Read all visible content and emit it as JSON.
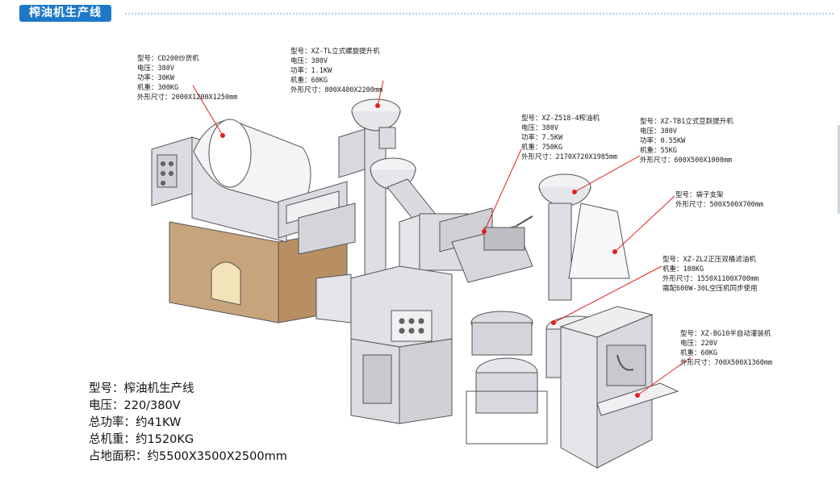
{
  "header": {
    "title": "榨油机生产线"
  },
  "specs": [
    {
      "id": "roaster",
      "lines": [
        "型号：CD200炒货机",
        "电压：380V",
        "功率：30KW",
        "机重：300KG",
        "外形尺寸：2000X1200X1250mm"
      ]
    },
    {
      "id": "spiral-elevator",
      "lines": [
        "型号：XZ-TL立式螺旋提升机",
        "电压：380V",
        "功率：1.1KW",
        "机重：60KG",
        "外形尺寸：800X400X2200mm"
      ]
    },
    {
      "id": "oil-press",
      "lines": [
        "型号：XZ-Z518-4榨油机",
        "电压：380V",
        "功率：7.5KW",
        "机重：750KG",
        "外形尺寸：2170X720X1985mm"
      ]
    },
    {
      "id": "bran-elevator",
      "lines": [
        "型号：XZ-TB1立式豆麸提升机",
        "电压：380V",
        "功率：0.55KW",
        "机重：55KG",
        "外形尺寸：600X500X1000mm"
      ]
    },
    {
      "id": "bag-stand",
      "lines": [
        "型号：袋子支架",
        "外形尺寸：500X500X700mm"
      ]
    },
    {
      "id": "filter",
      "lines": [
        "型号：XZ-ZL2正压双桶滤油机",
        "机重：180KG",
        "外形尺寸：1550X1100X700mm",
        "需配600W-30L空压机同步使用"
      ]
    },
    {
      "id": "filler",
      "lines": [
        "型号：XZ-BG10半自动灌装机",
        "电压：220V",
        "机重：60KG",
        "外形尺寸：700X500X1360mm"
      ]
    }
  ],
  "summary": [
    "型号：榨油机生产线",
    "电压：220/380V",
    "总功率：约41KW",
    "总机重：约1520KG",
    "占地面积：约5500X3500X2500mm"
  ],
  "colors": {
    "badge": "#1e78c8",
    "pointer": "#e02020",
    "machine_fill": "#e8e8ec",
    "machine_stroke": "#555555",
    "base": "#c8a47c"
  }
}
